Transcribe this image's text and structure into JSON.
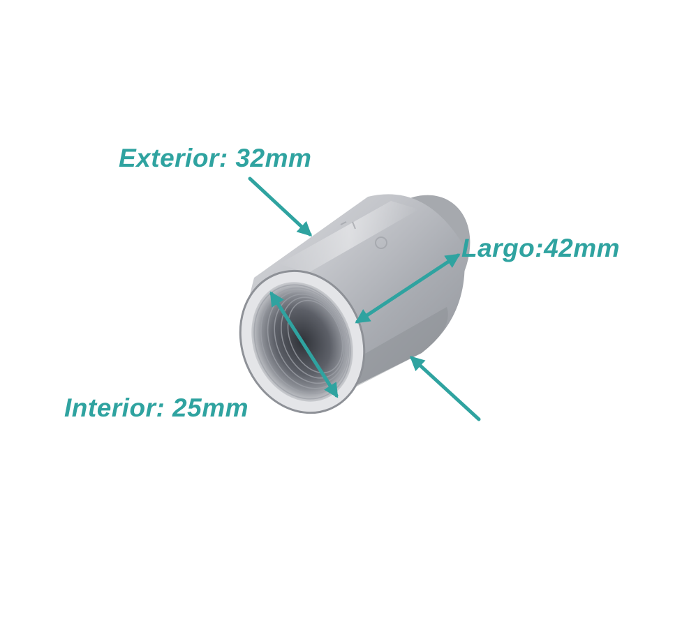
{
  "colors": {
    "accent": "#2fa3a0",
    "background": "#ffffff",
    "metal_light": "#e2e3e6",
    "metal_mid": "#b8babf",
    "metal_dark": "#7d8087",
    "thread_dark": "#3f4248"
  },
  "labels": {
    "exterior": "Exterior: 32mm",
    "largo": "Largo:42mm",
    "interior": "Interior: 25mm"
  },
  "icons": {
    "exterior_arrow": "arrow-icon",
    "largo_arrow": "double-arrow-icon",
    "interior_arrow": "double-arrow-icon",
    "bottom_arrow": "arrow-icon"
  }
}
